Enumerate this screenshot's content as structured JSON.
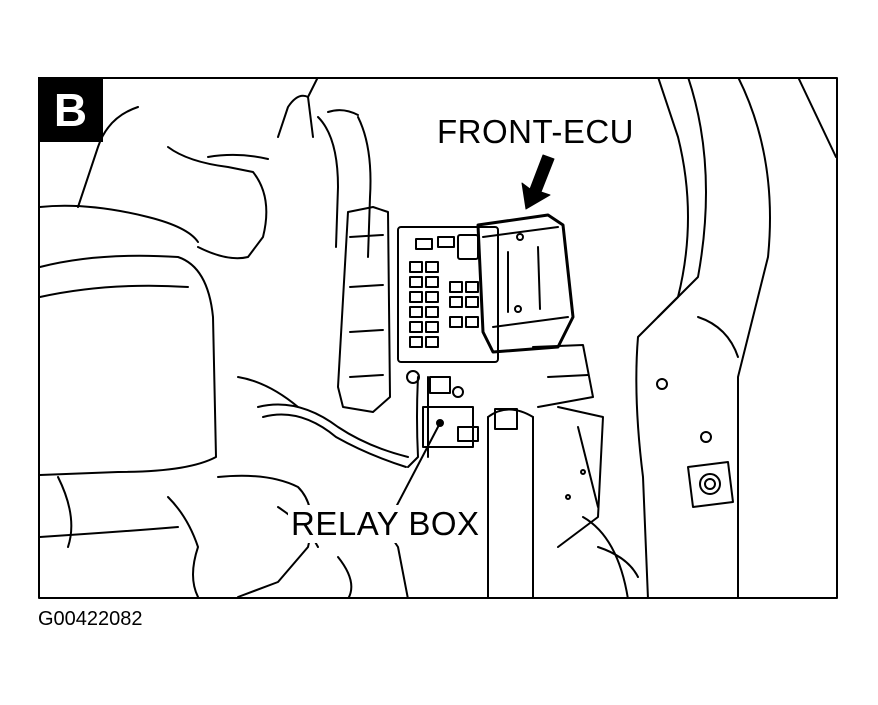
{
  "panel_letter": "B",
  "callouts": {
    "front_ecu": "FRONT-ECU",
    "relay_box": "RELAY BOX"
  },
  "figure_code": "G00422082",
  "colors": {
    "ink": "#000000",
    "paper": "#ffffff"
  }
}
